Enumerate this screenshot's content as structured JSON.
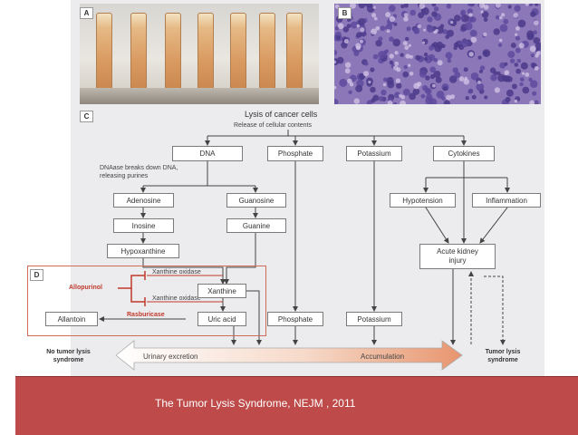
{
  "panels": {
    "a": "A",
    "b": "B",
    "c": "C",
    "d": "D"
  },
  "header": {
    "title": "Lysis of cancer cells",
    "subtitle": "Release of cellular contents"
  },
  "boxes": {
    "dna": "DNA",
    "phosphate": "Phosphate",
    "potassium": "Potassium",
    "cytokines": "Cytokines",
    "adenosine": "Adenosine",
    "guanosine": "Guanosine",
    "inosine": "Inosine",
    "guanine": "Guanine",
    "hypoxanthine": "Hypoxanthine",
    "hypotension": "Hypotension",
    "inflammation": "Inflammation",
    "aki": "Acute kidney injury",
    "xanthine": "Xanthine",
    "uric_acid": "Uric acid",
    "allantoin": "Allantoin",
    "phosphate2": "Phosphate",
    "potassium2": "Potassium"
  },
  "notes": {
    "dnaase": "DNAase breaks down DNA, releasing purines",
    "xo1": "Xanthine oxidase",
    "xo2": "Xanthine oxidase",
    "allopurinol": "Allopurinol",
    "rasburicase": "Rasburicase"
  },
  "bottom": {
    "left": "No tumor lysis syndrome",
    "right": "Tumor lysis syndrome",
    "urinary": "Urinary excretion",
    "accumulation": "Accumulation"
  },
  "caption": "The Tumor Lysis Syndrome, NEJM , 2011"
}
